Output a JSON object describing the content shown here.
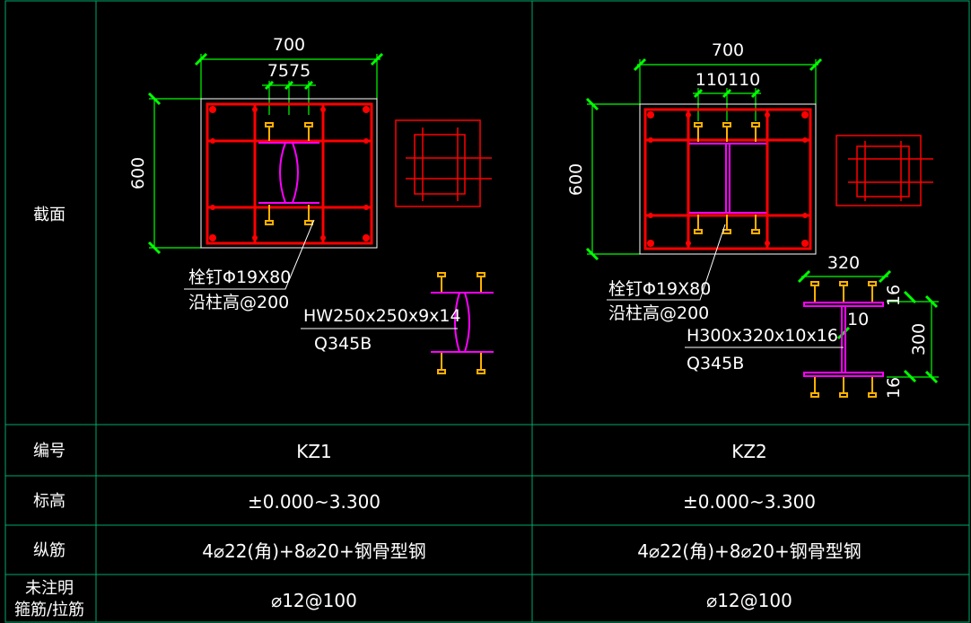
{
  "row_labels": {
    "section": "截面",
    "number": "编号",
    "elevation": "标高",
    "long_bars": "纵筋",
    "stirrup_line1": "未注明",
    "stirrup_line2": "箍筋/拉筋"
  },
  "columns": [
    {
      "id": "KZ1",
      "number": "KZ1",
      "elevation": "±0.000~3.300",
      "long_bars": "4⌀22(角)+8⌀20+钢骨型钢",
      "stirrup": "⌀12@100",
      "dim_width": "700",
      "dim_height": "600",
      "dim_stud_spacing": "7575",
      "stud_note_line1": "栓钉Φ19X80",
      "stud_note_line2": "沿柱高@200",
      "steel_line1": "HW250x250x9x14",
      "steel_line2": "Q345B"
    },
    {
      "id": "KZ2",
      "number": "KZ2",
      "elevation": "±0.000~3.300",
      "long_bars": "4⌀22(角)+8⌀20+钢骨型钢",
      "stirrup": "⌀12@100",
      "dim_width": "700",
      "dim_height": "600",
      "dim_stud_spacing": "110110",
      "stud_note_line1": "栓钉Φ19X80",
      "stud_note_line2": "沿柱高@200",
      "steel_line1": "H300x320x10x16",
      "steel_line2": "Q345B",
      "dim_flange_width": "320",
      "dim_web": "10",
      "dim_depth": "300",
      "dim_flange_top": "16",
      "dim_flange_bottom": "16"
    }
  ],
  "colors": {
    "grid": "#00a86b",
    "rebar": "#ff0000",
    "steel": "#ff00ff",
    "stud": "#ffb000",
    "dim": "#00ff00",
    "text": "#ffffff"
  }
}
